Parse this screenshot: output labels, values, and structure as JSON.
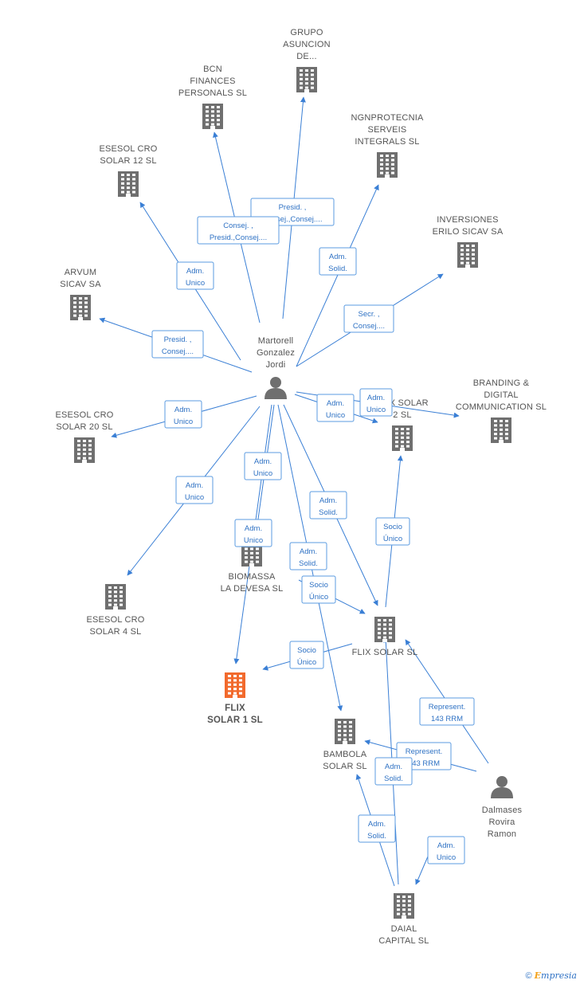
{
  "colors": {
    "edge": "#3a7fd5",
    "company": "#6f6f6f",
    "main_company": "#f26a2d",
    "person": "#6f6f6f",
    "label_text": "#2f72c4"
  },
  "nodes": [
    {
      "id": "grupo",
      "type": "company",
      "lines": [
        "GRUPO",
        "ASUNCION",
        "DE..."
      ],
      "label_pos": "above"
    },
    {
      "id": "bcn",
      "type": "company",
      "lines": [
        "BCN",
        "FINANCES",
        "PERSONALS  SL"
      ],
      "label_pos": "above"
    },
    {
      "id": "ngn",
      "type": "company",
      "lines": [
        "NGNPROTECNIA",
        "SERVEIS",
        "INTEGRALS SL"
      ],
      "label_pos": "above"
    },
    {
      "id": "esesol12",
      "type": "company",
      "lines": [
        "ESESOL CRO",
        "SOLAR 12 SL"
      ],
      "label_pos": "above"
    },
    {
      "id": "inversiones",
      "type": "company",
      "lines": [
        "INVERSIONES",
        "ERILO SICAV SA"
      ],
      "label_pos": "above"
    },
    {
      "id": "arvum",
      "type": "company",
      "lines": [
        "ARVUM",
        "SICAV SA"
      ],
      "label_pos": "above"
    },
    {
      "id": "martorell",
      "type": "person",
      "lines": [
        "Martorell",
        "Gonzalez",
        "Jordi"
      ],
      "label_pos": "above"
    },
    {
      "id": "branding",
      "type": "company",
      "lines": [
        "BRANDING &",
        "DIGITAL",
        "COMMUNICATION SL"
      ],
      "label_pos": "above"
    },
    {
      "id": "flix2",
      "type": "company",
      "lines": [
        "FLIX SOLAR",
        "2 SL"
      ],
      "label_pos": "above"
    },
    {
      "id": "esesol20",
      "type": "company",
      "lines": [
        "ESESOL CRO",
        "SOLAR 20 SL"
      ],
      "label_pos": "above"
    },
    {
      "id": "biomassa",
      "type": "company",
      "lines": [
        "BIOMASSA",
        "LA DEVESA SL"
      ],
      "label_pos": "below"
    },
    {
      "id": "esesol4",
      "type": "company",
      "lines": [
        "ESESOL CRO",
        "SOLAR 4 SL"
      ],
      "label_pos": "below"
    },
    {
      "id": "flixsolar",
      "type": "company",
      "lines": [
        "FLIX SOLAR SL"
      ],
      "label_pos": "below"
    },
    {
      "id": "flix1",
      "type": "main",
      "lines": [
        "FLIX",
        "SOLAR 1 SL"
      ],
      "label_pos": "below"
    },
    {
      "id": "bambola",
      "type": "company",
      "lines": [
        "BAMBOLA",
        "SOLAR SL"
      ],
      "label_pos": "below"
    },
    {
      "id": "dalmases",
      "type": "person",
      "lines": [
        "Dalmases",
        "Rovira",
        "Ramon"
      ],
      "label_pos": "below"
    },
    {
      "id": "daial",
      "type": "company",
      "lines": [
        "DAIAL",
        "CAPITAL SL"
      ],
      "label_pos": "below"
    }
  ],
  "edges": [
    {
      "label": [
        "Presid. ,",
        "Consej.,Consej...."
      ]
    },
    {
      "label": [
        "Consej. ,",
        "Presid.,Consej...."
      ]
    },
    {
      "label": [
        "Adm.",
        "Solid."
      ]
    },
    {
      "label": [
        "Adm.",
        "Unico"
      ]
    },
    {
      "label": [
        "Secr. ,",
        "Consej...."
      ]
    },
    {
      "label": [
        "Presid. ,",
        "Consej...."
      ]
    },
    {
      "label": [
        "Adm.",
        "Unico"
      ]
    },
    {
      "label": [
        "Adm.",
        "Unico"
      ]
    },
    {
      "label": [
        "Adm.",
        "Unico"
      ]
    },
    {
      "label": [
        "Adm.",
        "Unico"
      ]
    },
    {
      "label": [
        "Adm.",
        "Unico"
      ]
    },
    {
      "label": [
        "Adm.",
        "Unico"
      ]
    },
    {
      "label": [
        "Adm.",
        "Solid."
      ]
    },
    {
      "label": [
        "Adm.",
        "Solid."
      ]
    },
    {
      "label": [
        "Socio",
        "Único"
      ]
    },
    {
      "label": [
        "Socio",
        "Único"
      ]
    },
    {
      "label": [
        "Socio",
        "Único"
      ]
    },
    {
      "label": [
        "Represent.",
        "143 RRM"
      ]
    },
    {
      "label": [
        "Represent.",
        "143 RRM"
      ]
    },
    {
      "label": [
        "Adm.",
        "Solid."
      ]
    },
    {
      "label": [
        "Adm.",
        "Solid."
      ]
    },
    {
      "label": [
        "Adm.",
        "Unico"
      ]
    }
  ],
  "footer": {
    "copyright": "©",
    "brand_first": "E",
    "brand_rest": "mpresia"
  }
}
